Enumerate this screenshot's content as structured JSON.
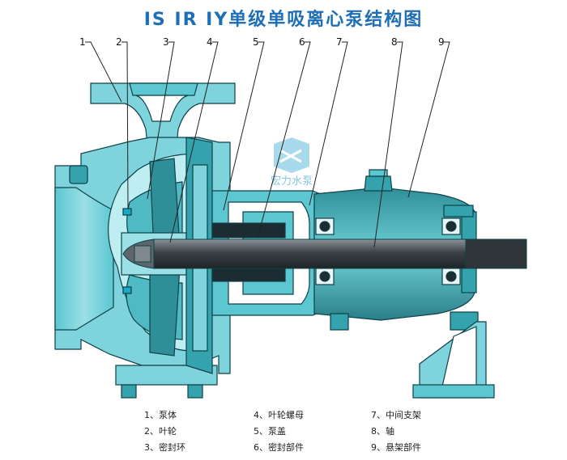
{
  "title": "IS IR IY单级单吸离心泵结构图",
  "watermark": "宏力水泵",
  "callouts": [
    "1",
    "2",
    "3",
    "4",
    "5",
    "6",
    "7",
    "8",
    "9"
  ],
  "legend": [
    {
      "label": "1、泵体"
    },
    {
      "label": "2、叶轮"
    },
    {
      "label": "3、密封环"
    },
    {
      "label": "4、叶轮螺母"
    },
    {
      "label": "5、泵盖"
    },
    {
      "label": "6、密封部件"
    },
    {
      "label": "7、中间支架"
    },
    {
      "label": "8、轴"
    },
    {
      "label": "9、悬架部件"
    }
  ],
  "colors": {
    "title": "#1f6fb6",
    "casing": "#7fd3dc",
    "casing_dark": "#1b6b74",
    "bearing_housing": "#35a3ad",
    "shaft": "#4c5358",
    "cavity": "#ffffff",
    "outline": "#0e4148"
  }
}
